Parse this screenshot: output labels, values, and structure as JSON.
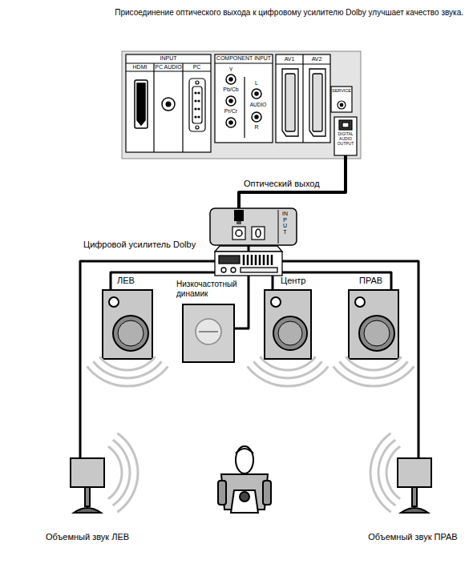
{
  "diagram": {
    "title": "Присоединение оптического выхода к цифровому усилителю Dolby улучшает качество звука.",
    "nodes": [
      {
        "text": [
          "INPUT",
          "HDMI",
          "PC AUDIO",
          "PC"
        ]
      },
      {
        "text": [
          "COMPONENT INPUT",
          "Y",
          "Pb/Cb",
          "Pr/Cr",
          "L",
          "AUDIO",
          "R"
        ]
      },
      {
        "text": [
          "AV1",
          "AV2"
        ]
      },
      {
        "text": [
          "SERVICE"
        ]
      },
      {
        "text": [
          "DIGITAL AUDIO OUTPUT"
        ]
      },
      {
        "text": [
          "INPUT"
        ]
      },
      {
        "text": [
          "Цифровой усилитель Dolby"
        ]
      },
      {
        "text": [
          "ЛЕВ"
        ]
      },
      {
        "text": [
          "Низкочастотный динамик"
        ]
      },
      {
        "text": [
          "Центр"
        ]
      },
      {
        "text": [
          "ПРАВ"
        ]
      },
      {
        "text": [
          "Объемный звук ЛЕВ"
        ]
      },
      {
        "text": [
          "Объемный звук ПРАВ"
        ]
      }
    ],
    "edges": [
      {
        "from": 4,
        "to": 5,
        "arrow": "none",
        "label": "Оптический выход"
      },
      {
        "from": 5,
        "to": 6,
        "arrow": "none"
      },
      {
        "from": 6,
        "to": 7,
        "arrow": "none"
      },
      {
        "from": 6,
        "to": 8,
        "arrow": "none"
      },
      {
        "from": 6,
        "to": 9,
        "arrow": "none"
      },
      {
        "from": 6,
        "to": 10,
        "arrow": "none"
      },
      {
        "from": 6,
        "to": 11,
        "arrow": "none"
      },
      {
        "from": 6,
        "to": 12,
        "arrow": "none"
      }
    ]
  }
}
